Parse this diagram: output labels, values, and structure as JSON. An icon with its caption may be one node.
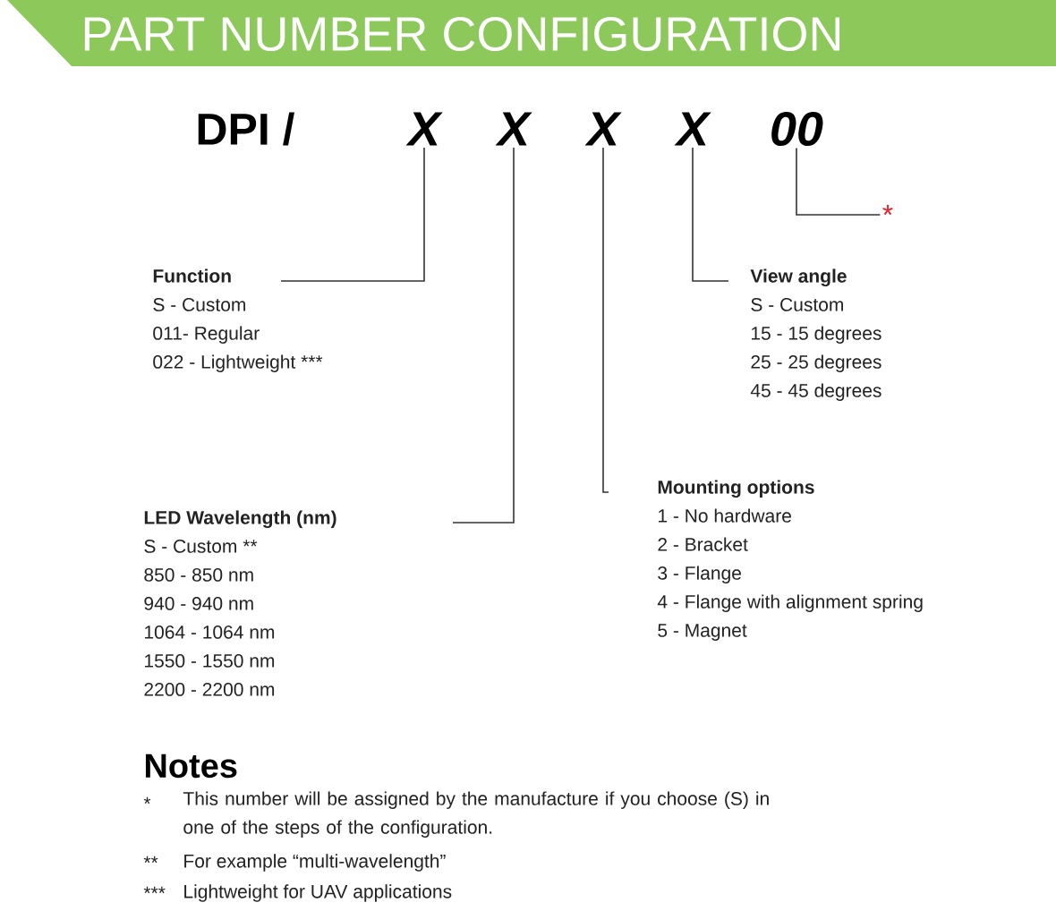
{
  "diagram": {
    "title": "PART NUMBER CONFIGURATION",
    "nodes": [
      {
        "text": [
          "X"
        ]
      },
      {
        "text": [
          "X"
        ]
      },
      {
        "text": [
          "X"
        ]
      },
      {
        "text": [
          "X"
        ]
      },
      {
        "text": [
          "00"
        ]
      },
      {
        "text": [
          "*"
        ]
      },
      {
        "text": [
          "Function",
          "S - Custom",
          "011- Regular",
          "022 - Lightweight ***"
        ]
      },
      {
        "text": [
          "View angle",
          "S - Custom",
          "15 - 15 degrees",
          "25 - 25 degrees",
          "45 - 45 degrees"
        ]
      },
      {
        "text": [
          "Mounting options",
          "1 - No hardware",
          "2 - Bracket",
          "3 - Flange",
          "4 - Flange with alignment spring",
          "5 - Magnet"
        ]
      },
      {
        "text": [
          "LED Wavelength (nm)",
          "S - Custom **",
          "850 - 850 nm",
          "940 - 940 nm",
          "1064 - 1064 nm",
          "1550 - 1550 nm",
          "2200 - 2200 nm"
        ]
      }
    ],
    "edges": [
      {
        "from": 0,
        "to": 6,
        "arrow": "none"
      },
      {
        "from": 1,
        "to": 9,
        "arrow": "none"
      },
      {
        "from": 2,
        "to": 8,
        "arrow": "none"
      },
      {
        "from": 3,
        "to": 7,
        "arrow": "none"
      },
      {
        "from": 4,
        "to": 5,
        "arrow": "none"
      }
    ],
    "labels": [
      "DPI /",
      "Notes",
      "*",
      "This number will be assigned by the manufacture if you choose (S) in one of the steps of the configuration.",
      "**",
      "For example “multi-wavelength”",
      "***",
      "Lightweight for UAV applications"
    ]
  }
}
